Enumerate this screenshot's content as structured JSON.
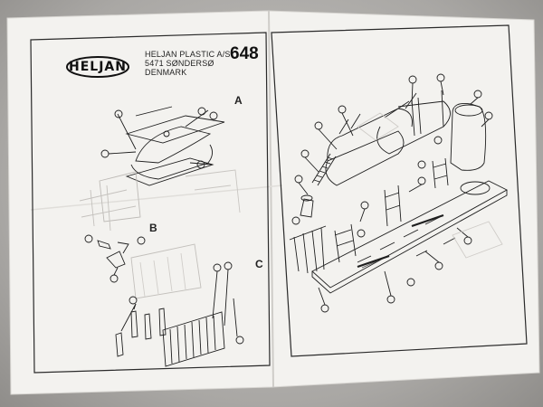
{
  "brand": {
    "logo_text": "HELJAN",
    "company_line1": "HELJAN PLASTIC A/S",
    "company_line2": "5471 SØNDERSØ",
    "company_line3": "DENMARK"
  },
  "model_number": "648",
  "sections": {
    "a": "A",
    "b": "B",
    "c": "C"
  },
  "colors": {
    "paper": "#f4f3f0",
    "ink": "#1e1e1e",
    "background": "#a9a7a4"
  }
}
